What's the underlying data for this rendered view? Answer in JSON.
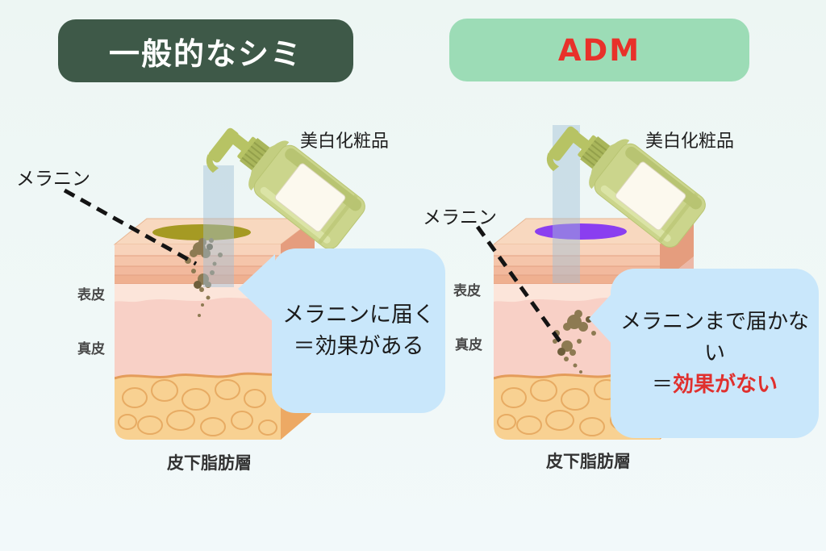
{
  "left_panel": {
    "header": {
      "label": "一般的なシミ",
      "bg": "#3e5948",
      "text_color": "#ffffff"
    },
    "cosmetic_label": "美白化粧品",
    "melanin_label": "メラニン",
    "layers": {
      "epidermis": "表皮",
      "dermis": "真皮",
      "subcutaneous_fat": "皮下脂肪層"
    },
    "bubble": {
      "line1": "メラニンに届く",
      "line2_prefix": "＝",
      "line2_emphasis": "効果がある",
      "line2_color": "#1b1b1b"
    },
    "spot_color": "#a59a23",
    "melanin_depth": "epidermis"
  },
  "right_panel": {
    "header": {
      "label": "ADM",
      "bg": "#9cdcb6",
      "text_color": "#e8312a"
    },
    "cosmetic_label": "美白化粧品",
    "melanin_label": "メラニン",
    "layers": {
      "epidermis": "表皮",
      "dermis": "真皮",
      "subcutaneous_fat": "皮下脂肪層"
    },
    "bubble": {
      "line1": "メラニンまで届かない",
      "line2_prefix": "＝",
      "line2_emphasis": "効果がない",
      "line2_color": "#e0302e"
    },
    "spot_color": "#8a3ef0",
    "melanin_depth": "dermis"
  },
  "colors": {
    "background": "#eff7f5",
    "bubble": "#c9e7fb",
    "beam": "#a0bed7",
    "melanin": "#8d7a52",
    "skin_top": "#f8d8bf",
    "fat_layer": "#f8d192",
    "bottle_body": "#cbd58c"
  }
}
